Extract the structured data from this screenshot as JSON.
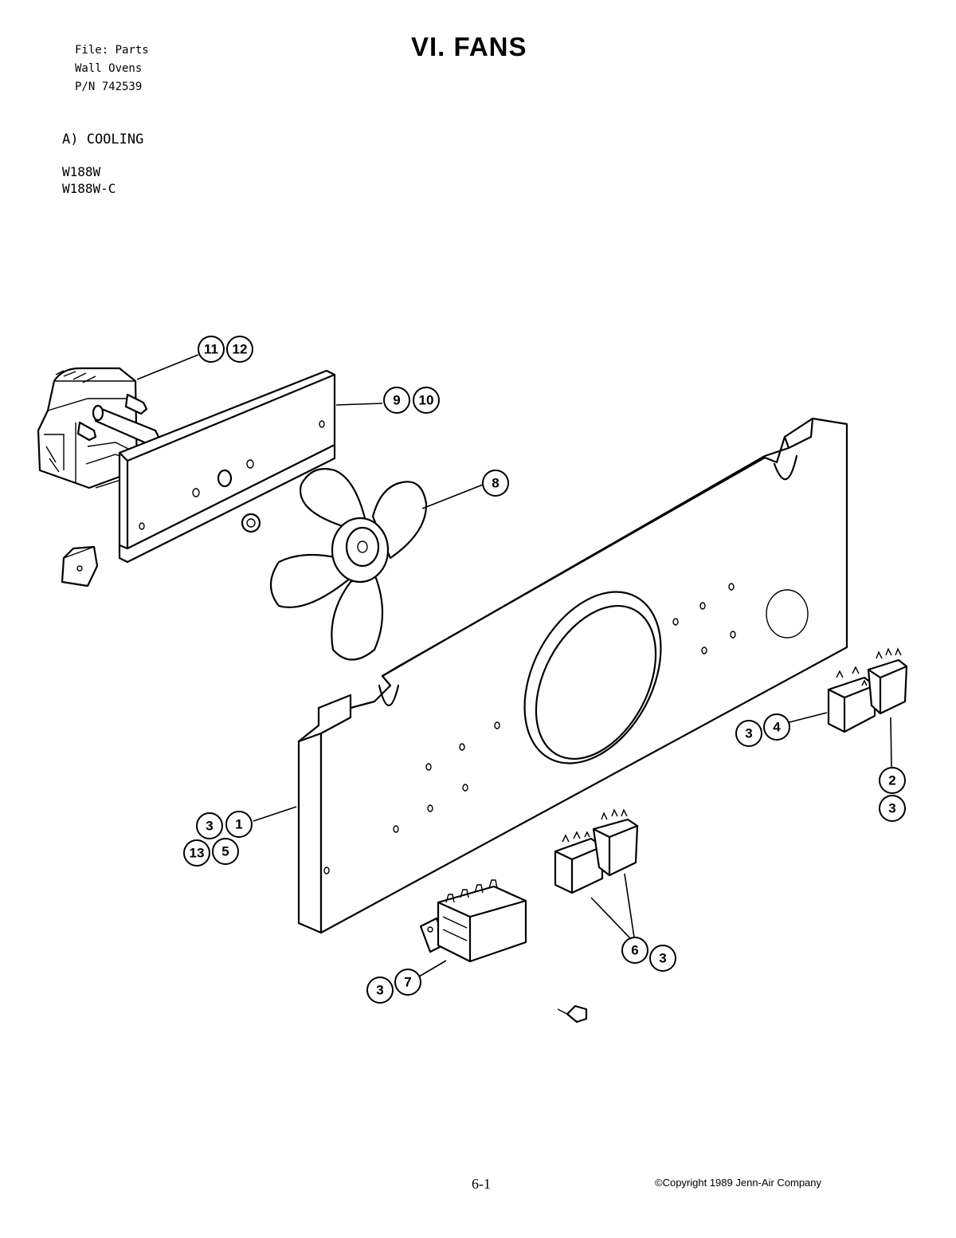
{
  "header": {
    "file_lines": [
      "File: Parts",
      "Wall Ovens",
      "P/N 742539"
    ],
    "title": "VI. FANS"
  },
  "section": {
    "title": "A) COOLING",
    "models": [
      "W188W",
      "W188W-C"
    ]
  },
  "callouts": {
    "c11": "11",
    "c12": "12",
    "c9": "9",
    "c10": "10",
    "c8": "8",
    "c3a": "3",
    "c4": "4",
    "c2": "2",
    "c3b": "3",
    "c3c": "3",
    "c1": "1",
    "c13": "13",
    "c5": "5",
    "c6": "6",
    "c3d": "3",
    "c3e": "3",
    "c7": "7"
  },
  "footer": {
    "page_number": "6-1",
    "copyright": "©Copyright 1989 Jenn-Air Company"
  }
}
